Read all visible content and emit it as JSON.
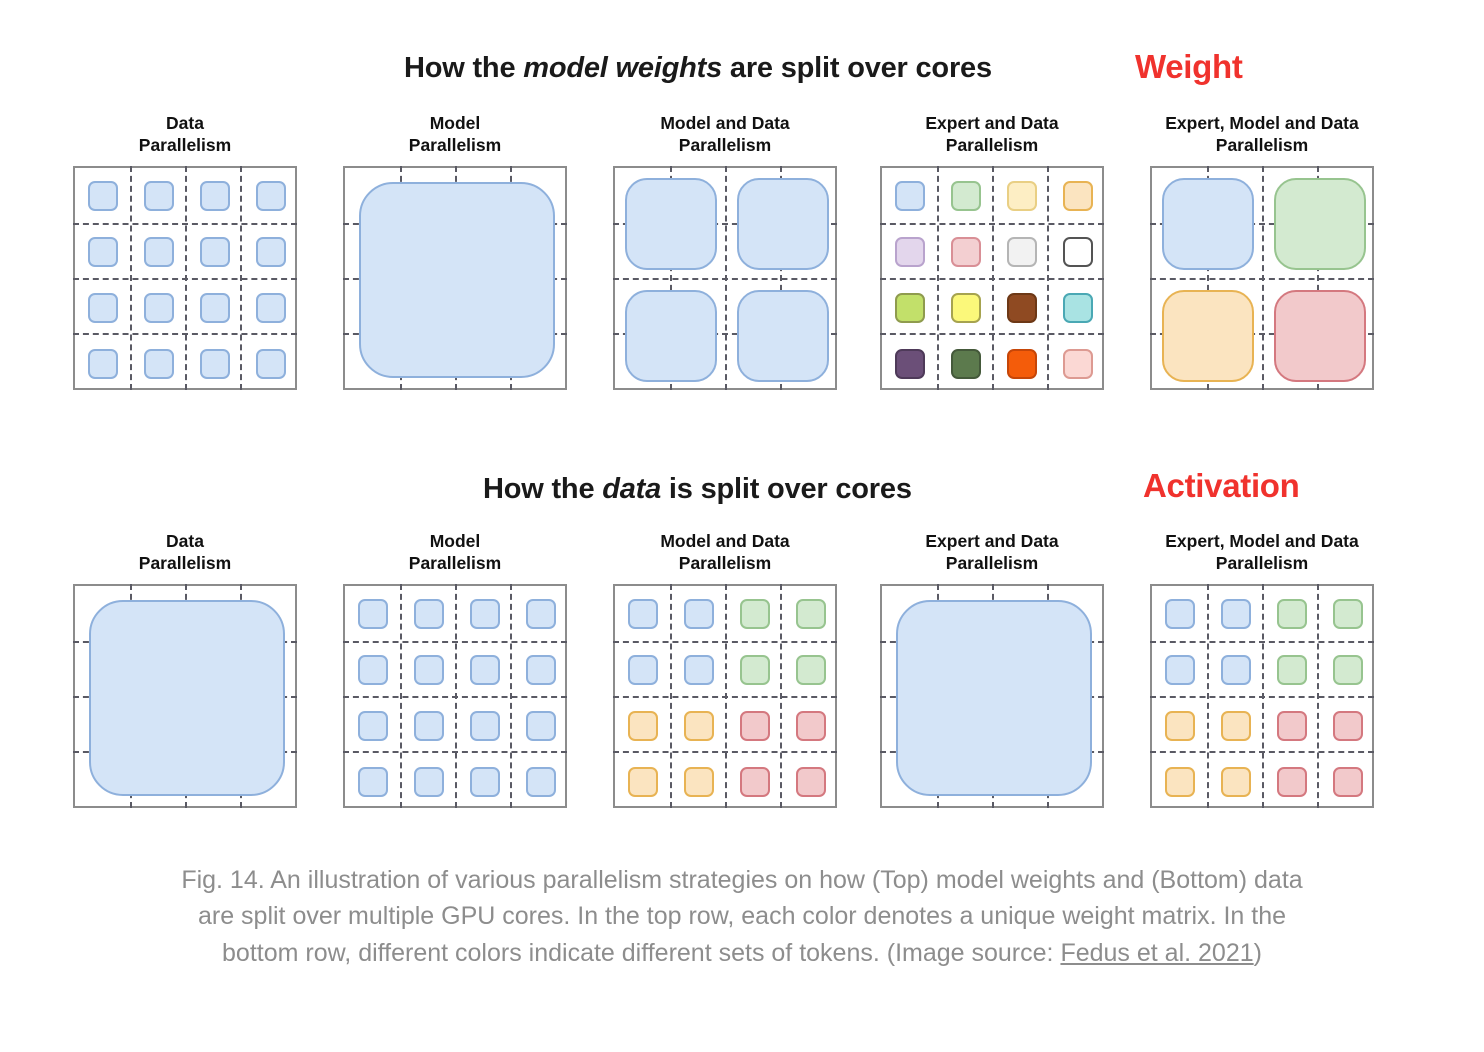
{
  "figure": {
    "caption_text": "Fig. 14. An illustration of various parallelism strategies on how (Top) model weights and (Bottom) data are split over multiple GPU cores. In the top row, each color denotes a unique weight matrix. In the bottom row, different colors indicate different sets of tokens. (Image source: ",
    "caption_link": "Fedus et al. 2021",
    "caption_tail": ")"
  },
  "colors": {
    "annotation_red": "#f0322d",
    "panel_border": "#8c8c8c",
    "grid_line": "#5a5a64",
    "blue_fill": "#d4e4f7",
    "blue_stroke": "#8eb0dc",
    "green_fill": "#d3ead0",
    "green_stroke": "#97c48f",
    "orange_fill": "#fbe4c0",
    "orange_stroke": "#e8b353",
    "red_fill": "#f2c9cb",
    "red_stroke": "#d4787f"
  },
  "sections": [
    {
      "id": "weights",
      "heading_prefix": "How the ",
      "heading_emphasis": "model weights",
      "heading_suffix": " are split over cores",
      "annotation": "Weight",
      "panels": [
        {
          "title": "Data\nParallelism",
          "name": "data-parallelism"
        },
        {
          "title": "Model\nParallelism",
          "name": "model-parallelism"
        },
        {
          "title": "Model and Data\nParallelism",
          "name": "model-and-data-parallelism"
        },
        {
          "title": "Expert and Data\nParallelism",
          "name": "expert-and-data-parallelism"
        },
        {
          "title": "Expert, Model and Data\nParallelism",
          "name": "expert-model-and-data-parallelism"
        }
      ]
    },
    {
      "id": "data",
      "heading_prefix": "How the ",
      "heading_emphasis": "data",
      "heading_suffix": " is split over cores",
      "annotation": "Activation",
      "panels": [
        {
          "title": "Data\nParallelism",
          "name": "data-parallelism"
        },
        {
          "title": "Model\nParallelism",
          "name": "model-parallelism"
        },
        {
          "title": "Model and Data\nParallelism",
          "name": "model-and-data-parallelism"
        },
        {
          "title": "Expert and Data\nParallelism",
          "name": "expert-and-data-parallelism"
        },
        {
          "title": "Expert, Model and Data\nParallelism",
          "name": "expert-model-and-data-parallelism"
        }
      ]
    }
  ],
  "chart_data": {
    "type": "diagram",
    "title": "Parallelism strategies over a 4x4 grid of GPU cores",
    "grid": {
      "rows": 4,
      "cols": 4,
      "dashed": true
    },
    "palette": {
      "blue": {
        "fill": "#d4e4f7",
        "stroke": "#8eb0dc"
      },
      "green": {
        "fill": "#d3ead0",
        "stroke": "#97c48f"
      },
      "lightyellow": {
        "fill": "#fdeec4",
        "stroke": "#f0d municipal"
      },
      "orange": {
        "fill": "#fbe4c0",
        "stroke": "#e8b353"
      },
      "purple": {
        "fill": "#e3d6ec",
        "stroke": "#b9a3cd"
      },
      "pink": {
        "fill": "#f3cfd1",
        "stroke": "#d98f96"
      },
      "offwhite": {
        "fill": "#f2f2f2",
        "stroke": "#b5b5b5"
      },
      "white": {
        "fill": "#ffffff",
        "stroke": "#545454"
      },
      "yellowgreen": {
        "fill": "#c2e06a",
        "stroke": "#8f9b4e"
      },
      "yellow": {
        "fill": "#fbf87a",
        "stroke": "#a6a34f"
      },
      "brown": {
        "fill": "#8f4a22",
        "stroke": "#6d3816"
      },
      "cyan": {
        "fill": "#a9e3e3",
        "stroke": "#4aa8b4"
      },
      "darkpurple": {
        "fill": "#6b4f78",
        "stroke": "#4e3a59"
      },
      "darkgreen": {
        "fill": "#5c7a4d",
        "stroke": "#44593a"
      },
      "brightorange": {
        "fill": "#f45c0a",
        "stroke": "#c64608"
      },
      "lightpink": {
        "fill": "#fbd8d4",
        "stroke": "#dd9a92"
      },
      "red": {
        "fill": "#f2c9cb",
        "stroke": "#d4787f"
      }
    },
    "panels": [
      {
        "row": "weights",
        "panel": "Data Parallelism",
        "layout": "16-small-cells",
        "description": "16 identical small blue squares, one per core (full model replicated)",
        "cells": [
          [
            "blue",
            "blue",
            "blue",
            "blue"
          ],
          [
            "blue",
            "blue",
            "blue",
            "blue"
          ],
          [
            "blue",
            "blue",
            "blue",
            "blue"
          ],
          [
            "blue",
            "blue",
            "blue",
            "blue"
          ]
        ]
      },
      {
        "row": "weights",
        "panel": "Model Parallelism",
        "layout": "1-full-block",
        "description": "One large blue block spanning all 4x4 cores (model split across all cores)",
        "blocks": [
          {
            "color": "blue",
            "r": 0,
            "c": 0,
            "rspan": 4,
            "cspan": 4
          }
        ]
      },
      {
        "row": "weights",
        "panel": "Model and Data Parallelism",
        "layout": "4-quadrant-blocks",
        "description": "Four blue 2x2 blocks",
        "blocks": [
          {
            "color": "blue",
            "r": 0,
            "c": 0,
            "rspan": 2,
            "cspan": 2
          },
          {
            "color": "blue",
            "r": 0,
            "c": 2,
            "rspan": 2,
            "cspan": 2
          },
          {
            "color": "blue",
            "r": 2,
            "c": 0,
            "rspan": 2,
            "cspan": 2
          },
          {
            "color": "blue",
            "r": 2,
            "c": 2,
            "rspan": 2,
            "cspan": 2
          }
        ]
      },
      {
        "row": "weights",
        "panel": "Expert and Data Parallelism",
        "layout": "16-small-cells",
        "description": "16 small squares each a distinct color (16 unique experts)",
        "cells": [
          [
            "blue",
            "green",
            "lightyellow",
            "orange"
          ],
          [
            "purple",
            "pink",
            "offwhite",
            "white"
          ],
          [
            "yellowgreen",
            "yellow",
            "brown",
            "cyan"
          ],
          [
            "darkpurple",
            "darkgreen",
            "brightorange",
            "lightpink"
          ]
        ]
      },
      {
        "row": "weights",
        "panel": "Expert, Model and Data Parallelism",
        "layout": "4-quadrant-blocks",
        "description": "Four 2x2 blocks in four distinct colors",
        "blocks": [
          {
            "color": "blue",
            "r": 0,
            "c": 0,
            "rspan": 2,
            "cspan": 2
          },
          {
            "color": "green",
            "r": 0,
            "c": 2,
            "rspan": 2,
            "cspan": 2
          },
          {
            "color": "orange",
            "r": 2,
            "c": 0,
            "rspan": 2,
            "cspan": 2
          },
          {
            "color": "red",
            "r": 2,
            "c": 2,
            "rspan": 2,
            "cspan": 2
          }
        ]
      },
      {
        "row": "data",
        "panel": "Data Parallelism",
        "layout": "1-full-block",
        "description": "One large blue block spanning all cores (data split across all cores)",
        "blocks": [
          {
            "color": "blue",
            "r": 0,
            "c": 0,
            "rspan": 4,
            "cspan": 4
          }
        ]
      },
      {
        "row": "data",
        "panel": "Model Parallelism",
        "layout": "16-small-cells",
        "description": "16 identical small blue squares (same data replicated on each core)",
        "cells": [
          [
            "blue",
            "blue",
            "blue",
            "blue"
          ],
          [
            "blue",
            "blue",
            "blue",
            "blue"
          ],
          [
            "blue",
            "blue",
            "blue",
            "blue"
          ],
          [
            "blue",
            "blue",
            "blue",
            "blue"
          ]
        ]
      },
      {
        "row": "data",
        "panel": "Model and Data Parallelism",
        "layout": "16-small-cells",
        "description": "16 small squares grouped in 2x2 quadrants of four colors",
        "cells": [
          [
            "blue",
            "blue",
            "green",
            "green"
          ],
          [
            "blue",
            "blue",
            "green",
            "green"
          ],
          [
            "orange",
            "orange",
            "red",
            "red"
          ],
          [
            "orange",
            "orange",
            "red",
            "red"
          ]
        ]
      },
      {
        "row": "data",
        "panel": "Expert and Data Parallelism",
        "layout": "1-full-block",
        "description": "One large blue block spanning all cores",
        "blocks": [
          {
            "color": "blue",
            "r": 0,
            "c": 0,
            "rspan": 4,
            "cspan": 4
          }
        ]
      },
      {
        "row": "data",
        "panel": "Expert, Model and Data Parallelism",
        "layout": "16-small-cells",
        "description": "16 small squares grouped in 2x2 quadrants of four colors",
        "cells": [
          [
            "blue",
            "blue",
            "green",
            "green"
          ],
          [
            "blue",
            "blue",
            "green",
            "green"
          ],
          [
            "orange",
            "orange",
            "red",
            "red"
          ],
          [
            "orange",
            "orange",
            "red",
            "red"
          ]
        ]
      }
    ]
  }
}
